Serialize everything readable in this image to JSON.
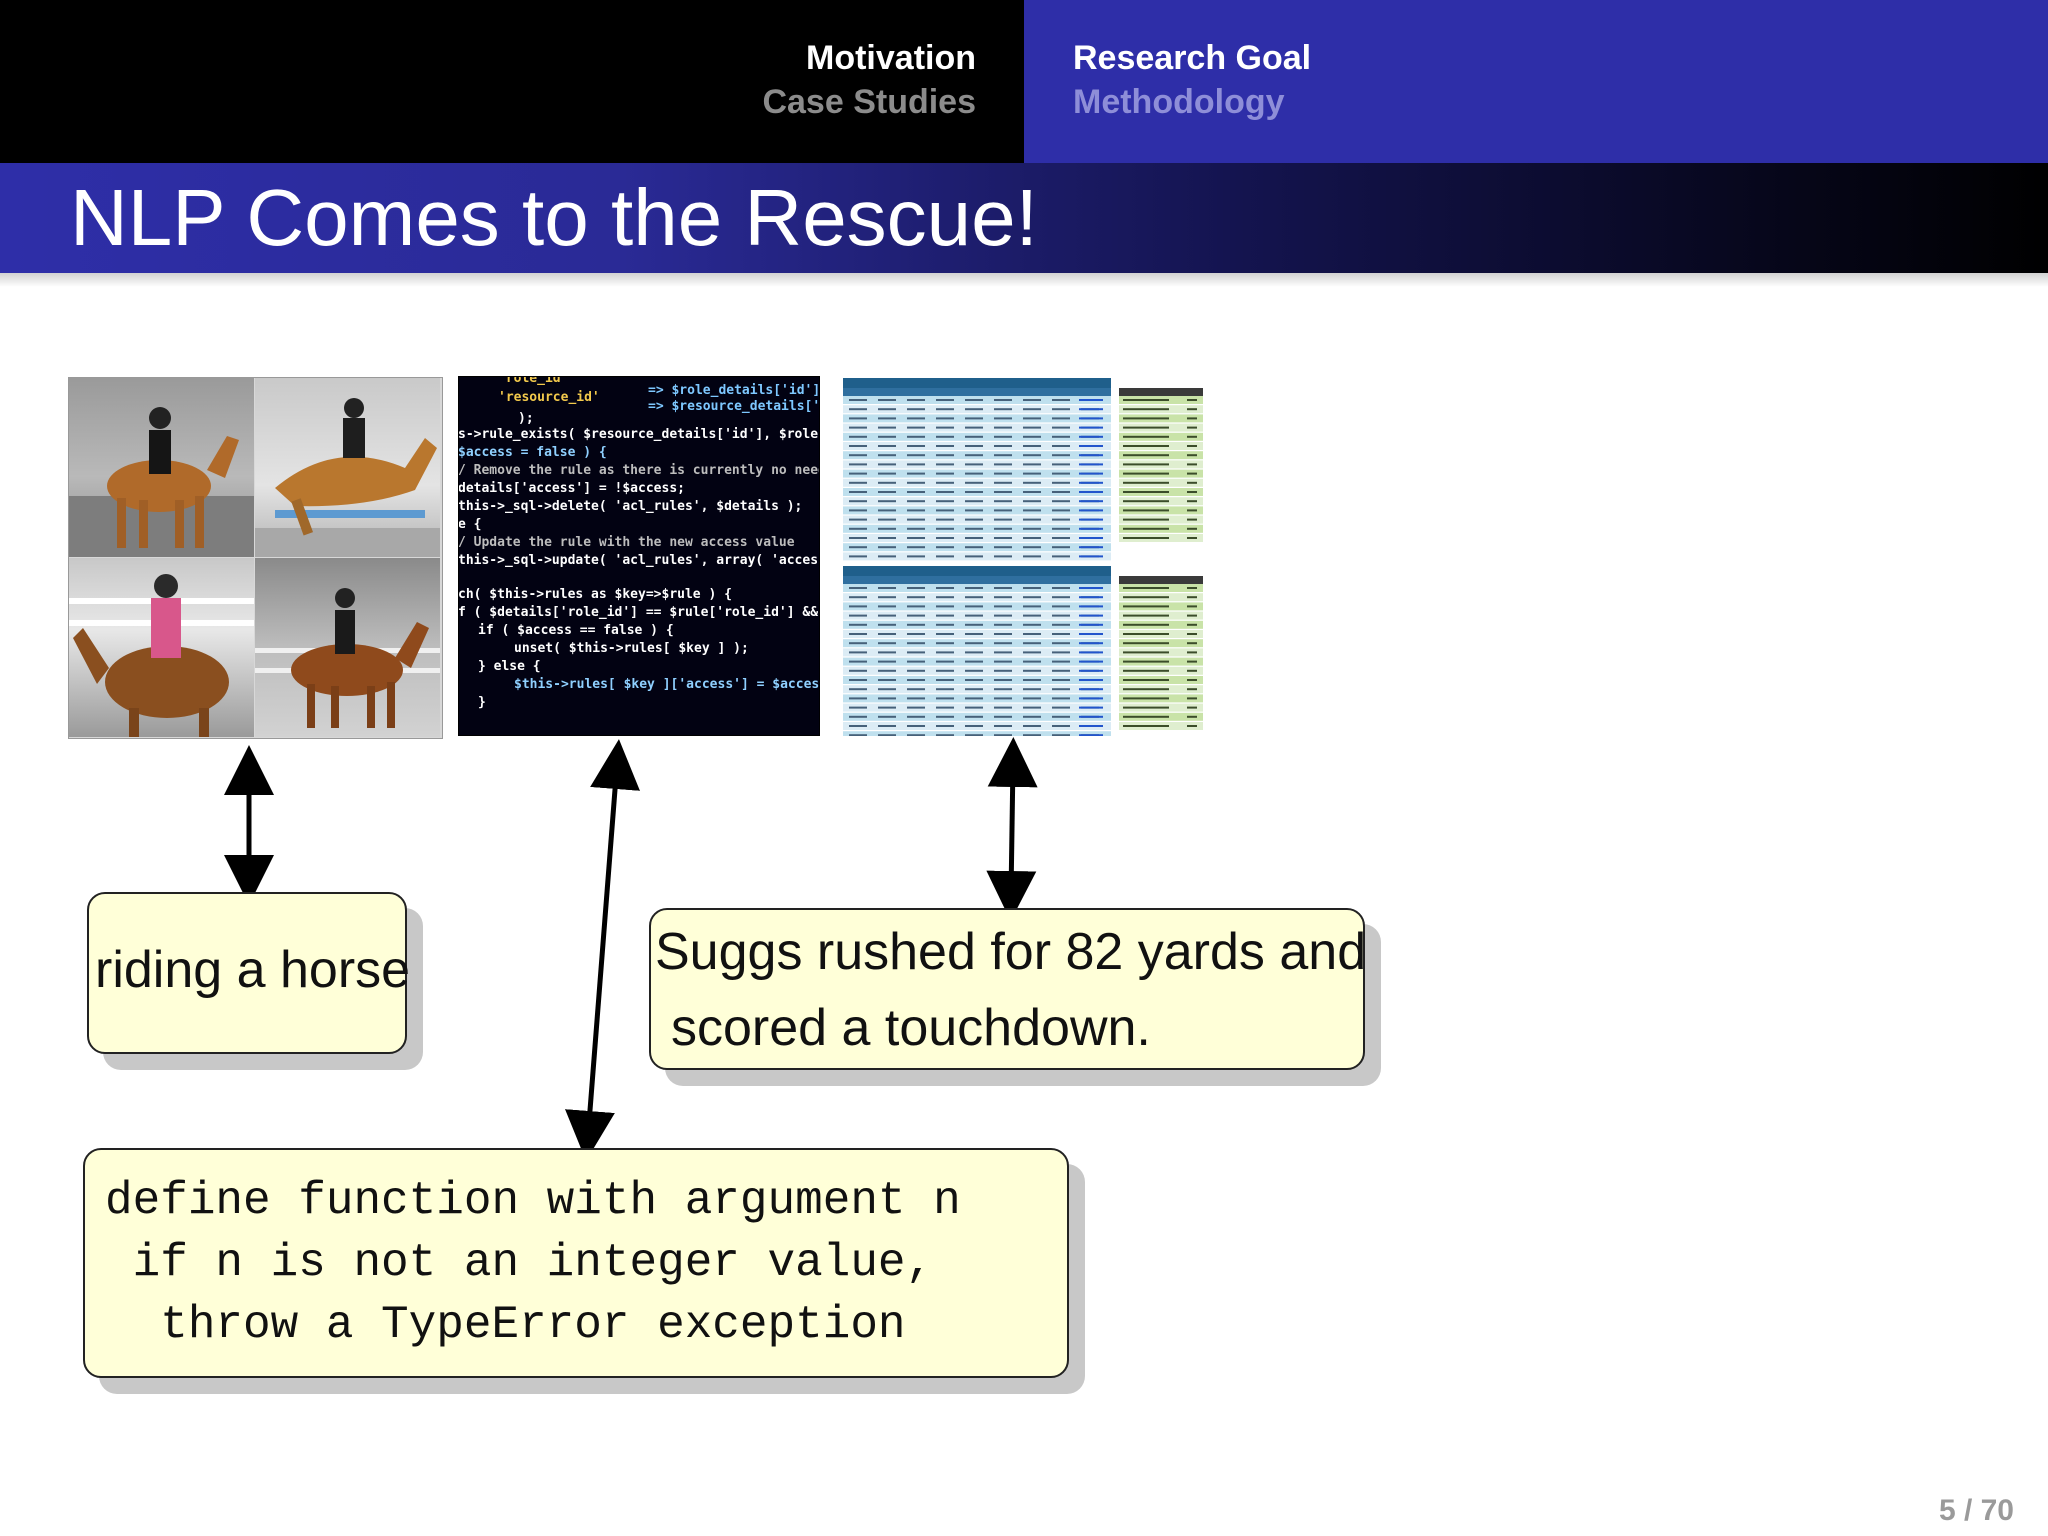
{
  "nav": {
    "left": {
      "active": "Motivation",
      "inactive": "Case Studies"
    },
    "right": {
      "active": "Research Goal",
      "inactive": "Methodology"
    }
  },
  "slide": {
    "title": "NLP Comes to the Rescue!"
  },
  "callouts": {
    "horse": "riding a horse",
    "suggs_line1": "Suggs rushed for 82 yards and",
    "suggs_line2": "scored a touchdown.",
    "code_line1": "define function with argument n",
    "code_line2": " if n is not an integer value,",
    "code_line3": "  throw a TypeError exception"
  },
  "page_number": "5 / 70",
  "colors": {
    "nav_dark": "#000000",
    "nav_blue": "#2e2ea8",
    "callout_fill": "#ffffd8"
  }
}
